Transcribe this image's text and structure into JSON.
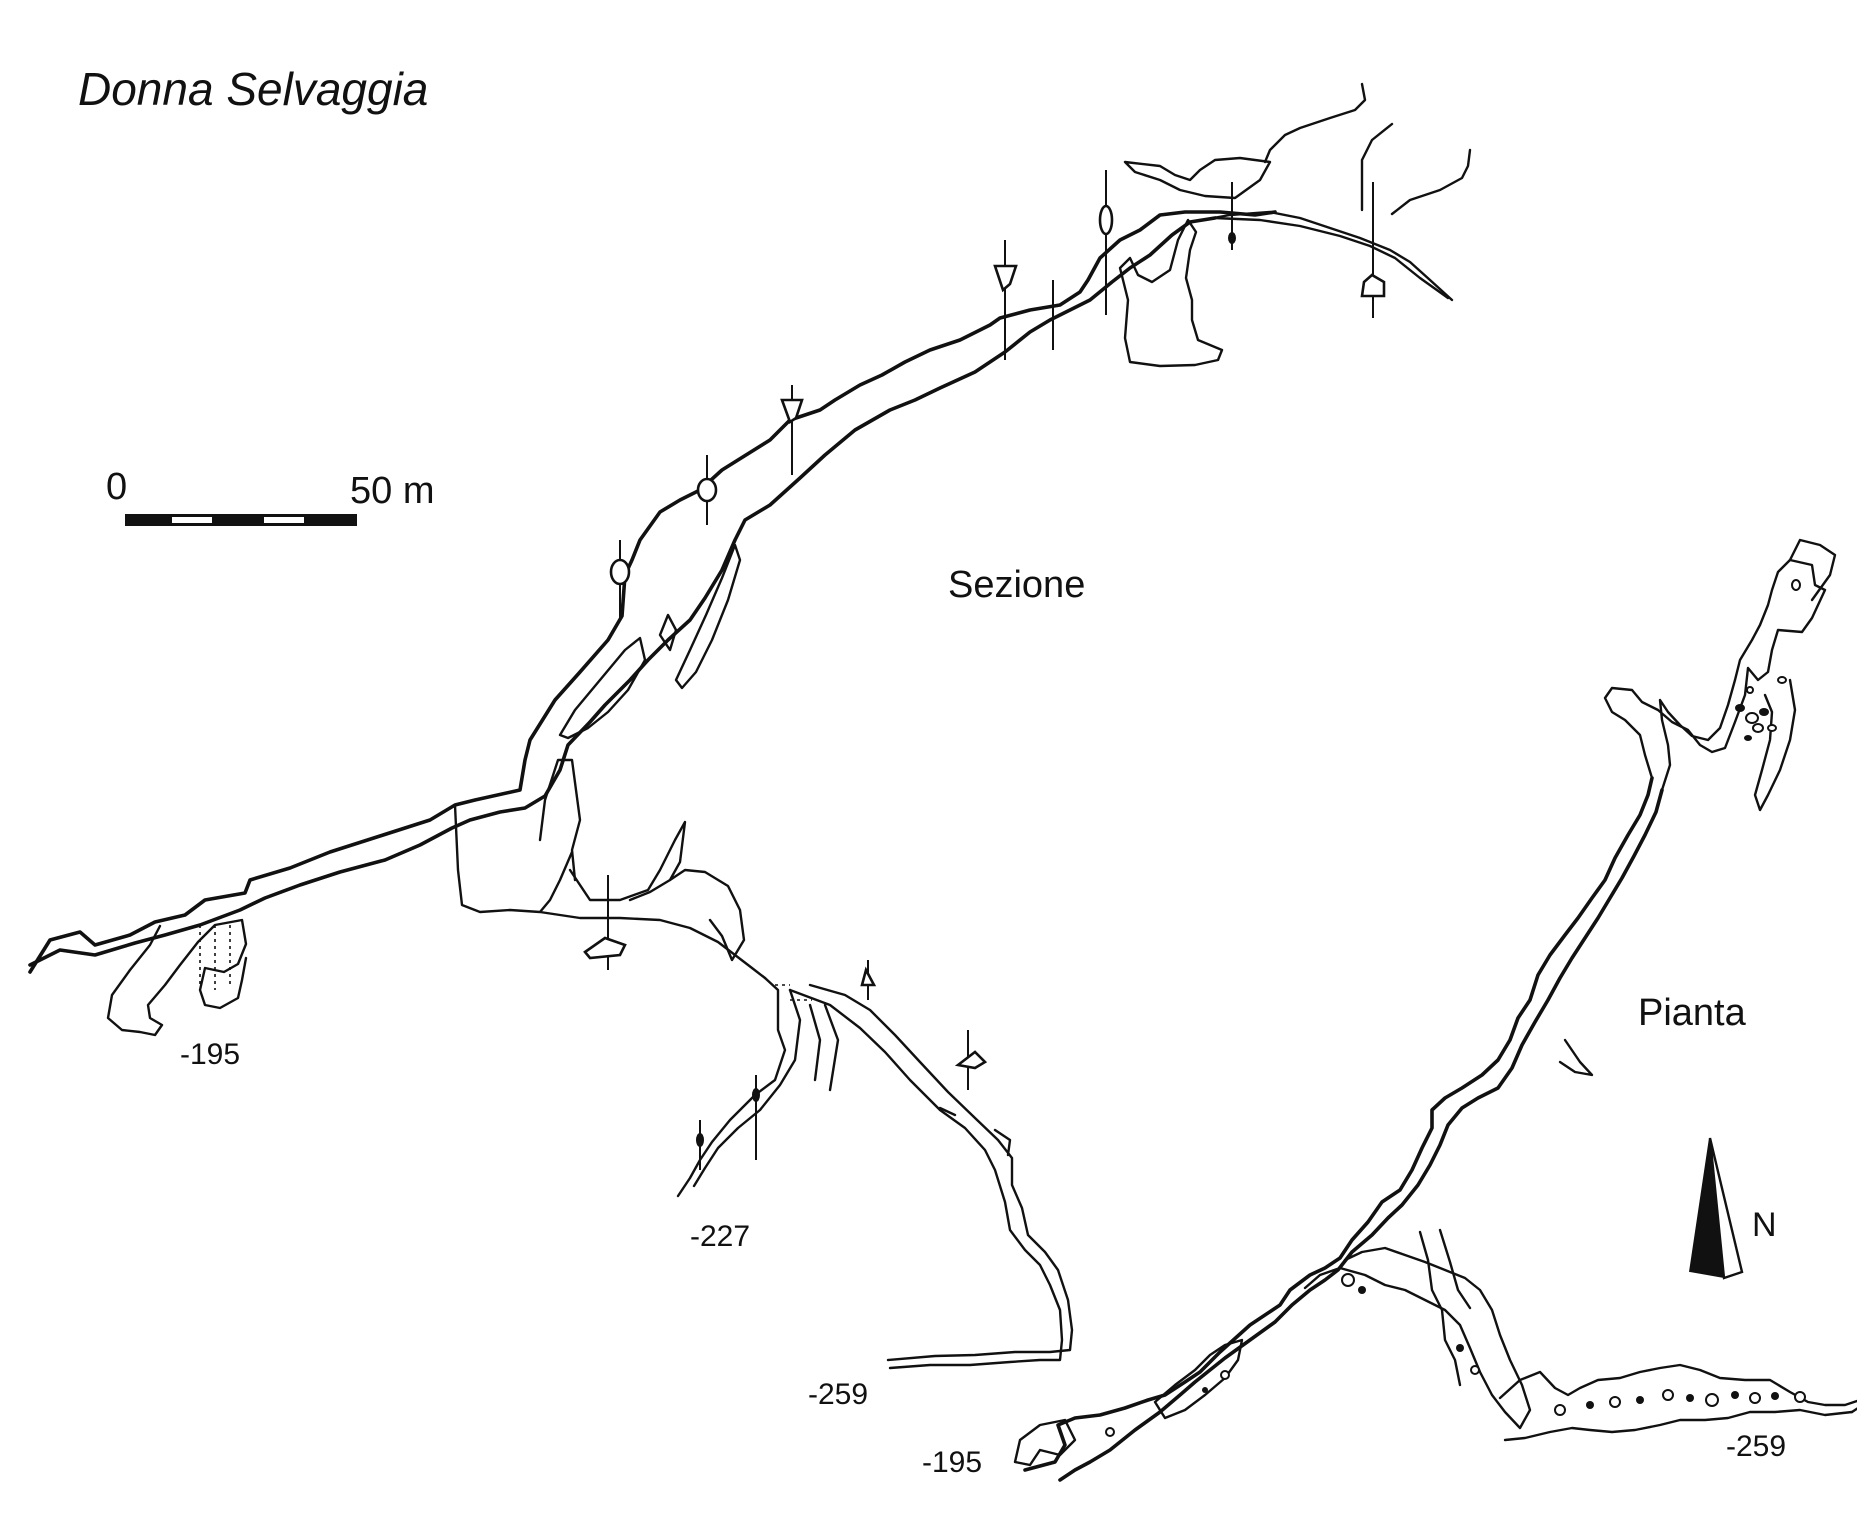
{
  "title": "Donna Selvaggia",
  "section_label": "Sezione",
  "plan_label": "Pianta",
  "scale": {
    "start_label": "0",
    "end_label": "50 m",
    "segments": 5
  },
  "north_label": "N",
  "depths": {
    "section_west": "-195",
    "section_middle": "-227",
    "section_east": "-259",
    "plan_west": "-195",
    "plan_east": "-259"
  },
  "colors": {
    "ink": "#111111",
    "paper": "#ffffff"
  },
  "icons": {
    "north_arrow": "north-arrow-icon",
    "scale_bar": "scale-bar-icon"
  }
}
